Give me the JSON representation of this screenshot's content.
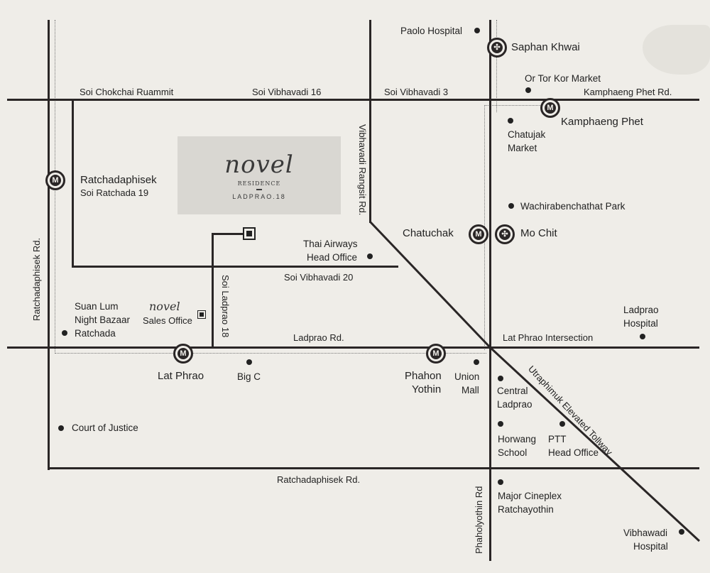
{
  "project": {
    "name_script": "novel",
    "sub1": "RESIDENCE",
    "sub2": "LADPRAO.18"
  },
  "sales_office": {
    "script": "novel",
    "label": "Sales Office"
  },
  "roads": {
    "soi_chokchai": "Soi Chokchai Ruammit",
    "soi_vibhavadi16": "Soi Vibhavadi 16",
    "soi_vibhavadi3": "Soi Vibhavadi 3",
    "kamphaeng_phet_rd": "Kamphaeng Phet Rd.",
    "vibhavadi_rangsit": "Vibhavadi Rangsit Rd.",
    "ratchadaphisek_rd_v": "Ratchadaphisek Rd.",
    "soi_ladprao18": "Soi Ladprao 18",
    "soi_vibhavadi20": "Soi Vibhavadi 20",
    "ladprao_rd": "Ladprao Rd.",
    "lat_phrao_intersection": "Lat Phrao Intersection",
    "utraphimuk": "Utraphimuk Elevated Tollway",
    "ratchadaphisek_rd_h": "Ratchadaphisek Rd.",
    "phaholyothin_rd": "Phaholyothin Rd"
  },
  "stations": {
    "saphan_khwai": {
      "label": "Saphan Khwai",
      "icon": "bts-icon"
    },
    "kamphaeng_phet": {
      "label": "Kamphaeng Phet",
      "icon": "mrt-icon"
    },
    "ratchadaphisek": {
      "label": "Ratchadaphisek",
      "sub": "Soi Ratchada 19",
      "icon": "mrt-icon"
    },
    "chatuchak": {
      "label": "Chatuchak",
      "icon": "mrt-icon"
    },
    "mo_chit": {
      "label": "Mo Chit",
      "icon": "bts-icon"
    },
    "lat_phrao": {
      "label": "Lat Phrao",
      "icon": "mrt-icon"
    },
    "phahon_yothin": {
      "label": "Phahon\nYothin",
      "l1": "Phahon",
      "l2": "Yothin",
      "icon": "mrt-icon"
    }
  },
  "mrt_letter": "M",
  "pois": {
    "paolo": "Paolo Hospital",
    "or_tor_kor": "Or Tor Kor Market",
    "chatujak_1": "Chatujak",
    "chatujak_2": "Market",
    "wachira": "Wachirabenchathat Park",
    "thai_airways_1": "Thai Airways",
    "thai_airways_2": "Head Office",
    "suan_lum_1": "Suan Lum",
    "suan_lum_2": "Night Bazaar",
    "suan_lum_3": "Ratchada",
    "big_c": "Big C",
    "union_1": "Union",
    "union_2": "Mall",
    "central_1": "Central",
    "central_2": "Ladprao",
    "ladprao_hosp_1": "Ladprao",
    "ladprao_hosp_2": "Hospital",
    "court": "Court of Justice",
    "horwang_1": "Horwang",
    "horwang_2": "School",
    "ptt_1": "PTT",
    "ptt_2": "Head Office",
    "major_1": "Major Cineplex",
    "major_2": "Ratchayothin",
    "vibhawadi_1": "Vibhawadi",
    "vibhawadi_2": "Hospital"
  }
}
